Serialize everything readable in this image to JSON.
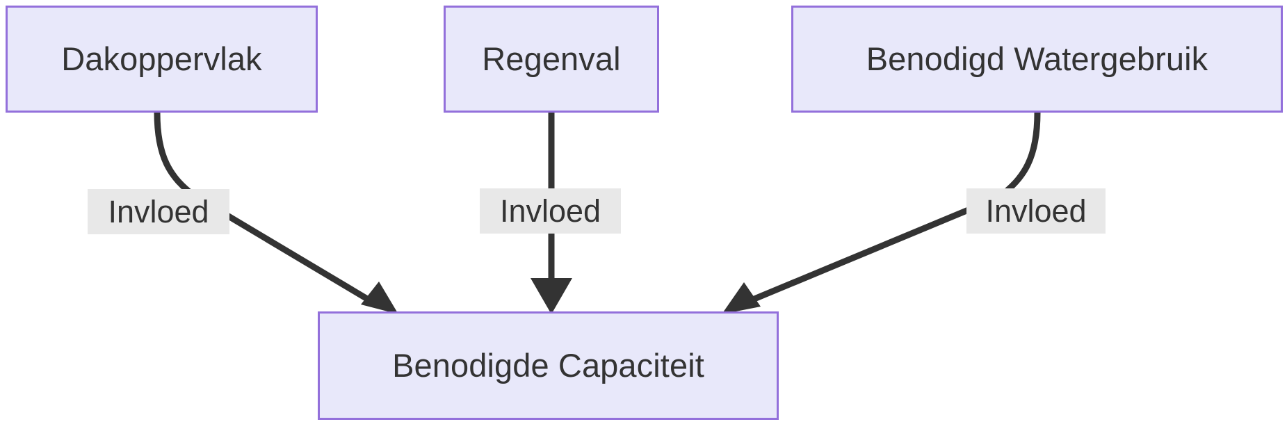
{
  "diagram": {
    "type": "flowchart",
    "direction": "top-down",
    "background": "#ffffff",
    "node_fill": "#e8e8fa",
    "node_border": "#9370db",
    "node_text_color": "#333333",
    "edge_color": "#333333",
    "edge_label_background": "#e8e8e8",
    "nodes": [
      {
        "id": "dakoppervlak",
        "label": "Dakoppervlak"
      },
      {
        "id": "regenval",
        "label": "Regenval"
      },
      {
        "id": "watergebruik",
        "label": "Benodigd Watergebruik"
      },
      {
        "id": "capaciteit",
        "label": "Benodigde Capaciteit"
      }
    ],
    "edges": [
      {
        "from": "dakoppervlak",
        "to": "capaciteit",
        "label": "Invloed"
      },
      {
        "from": "regenval",
        "to": "capaciteit",
        "label": "Invloed"
      },
      {
        "from": "watergebruik",
        "to": "capaciteit",
        "label": "Invloed"
      }
    ]
  }
}
